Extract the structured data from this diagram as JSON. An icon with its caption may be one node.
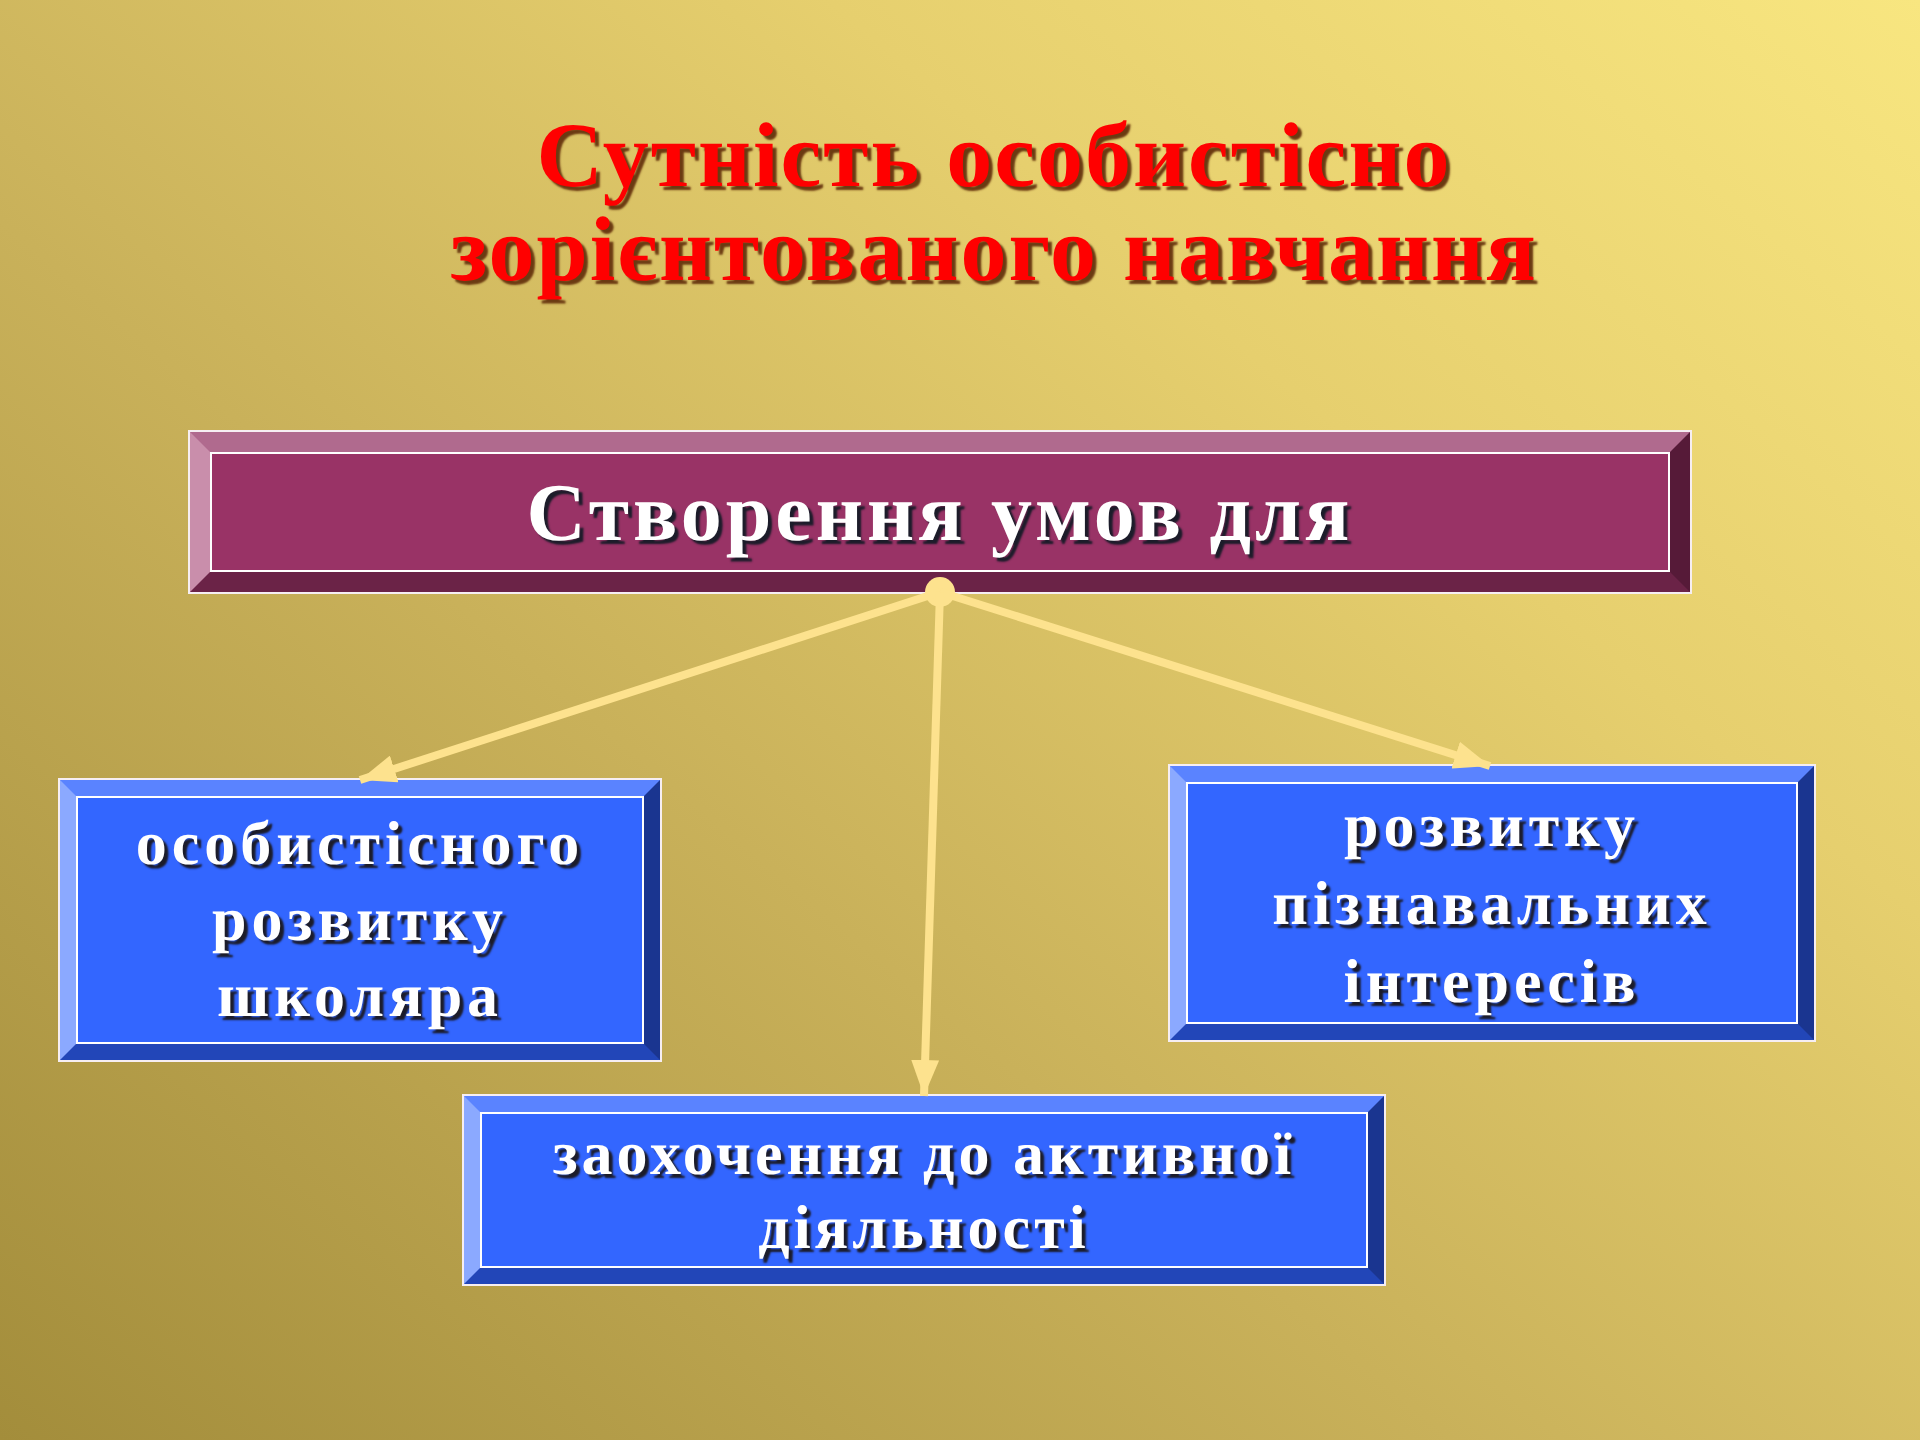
{
  "diagram": {
    "title": "Сутність особистісно зорієнтованого навчання",
    "nodes": [
      {
        "text": [
          "Створення умов для"
        ]
      },
      {
        "text": [
          "особистісного розвитку школяра"
        ]
      },
      {
        "text": [
          "розвитку пізнавальних інтересів"
        ]
      },
      {
        "text": [
          "заохочення до активної діяльності"
        ]
      }
    ],
    "edges": [
      {
        "from": 0,
        "to": 1,
        "arrow": "to"
      },
      {
        "from": 0,
        "to": 2,
        "arrow": "to"
      },
      {
        "from": 0,
        "to": 3,
        "arrow": "to"
      }
    ]
  }
}
